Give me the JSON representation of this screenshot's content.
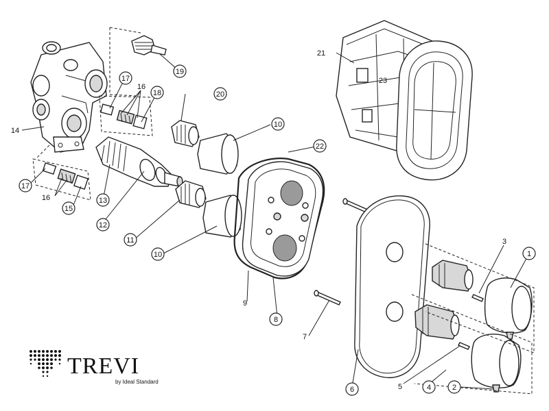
{
  "diagram": {
    "callouts": [
      {
        "id": "c1",
        "label": "1"
      },
      {
        "id": "c2",
        "label": "2"
      },
      {
        "id": "c4",
        "label": "4"
      },
      {
        "id": "c6",
        "label": "6"
      },
      {
        "id": "c8",
        "label": "8"
      },
      {
        "id": "c10a",
        "label": "10"
      },
      {
        "id": "c10b",
        "label": "10"
      },
      {
        "id": "c11",
        "label": "11"
      },
      {
        "id": "c12",
        "label": "12"
      },
      {
        "id": "c13",
        "label": "13"
      },
      {
        "id": "c15",
        "label": "15"
      },
      {
        "id": "c17a",
        "label": "17"
      },
      {
        "id": "c17b",
        "label": "17"
      },
      {
        "id": "c18",
        "label": "18"
      },
      {
        "id": "c19",
        "label": "19"
      },
      {
        "id": "c20",
        "label": "20"
      },
      {
        "id": "c22",
        "label": "22"
      }
    ],
    "plain_labels": [
      {
        "id": "l3",
        "label": "3"
      },
      {
        "id": "l5",
        "label": "5"
      },
      {
        "id": "l7",
        "label": "7"
      },
      {
        "id": "l9",
        "label": "9"
      },
      {
        "id": "l14",
        "label": "14"
      },
      {
        "id": "l16a",
        "label": "16"
      },
      {
        "id": "l16b",
        "label": "16"
      },
      {
        "id": "l21",
        "label": "21"
      },
      {
        "id": "l23",
        "label": "23"
      }
    ]
  },
  "brand": {
    "name": "TREVI",
    "tagline": "by Ideal Standard"
  }
}
